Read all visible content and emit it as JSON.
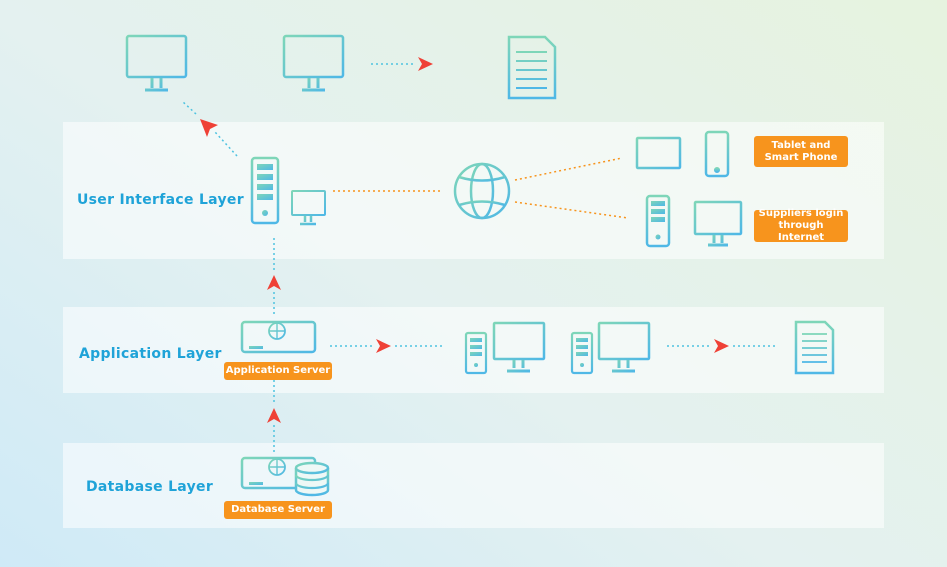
{
  "layers": {
    "ui": {
      "label": "User Interface Layer"
    },
    "app": {
      "label": "Application Layer"
    },
    "db": {
      "label": "Database Layer"
    }
  },
  "tags": {
    "app_server": "Application Server",
    "db_server": "Database Server",
    "tablet_line1": "Tablet and",
    "tablet_line2": "Smart Phone",
    "suppliers_line1": "Suppliers login",
    "suppliers_line2": "through Internet"
  },
  "colors": {
    "layer_label": "#1fa3d8",
    "tag_bg": "#f7941d",
    "arrow": "#ef4136",
    "icon_gradient_start": "#6fd1c2",
    "icon_gradient_end": "#5cc2e6",
    "dotted_blue": "#4ec3e0",
    "dotted_orange": "#f7941d"
  }
}
